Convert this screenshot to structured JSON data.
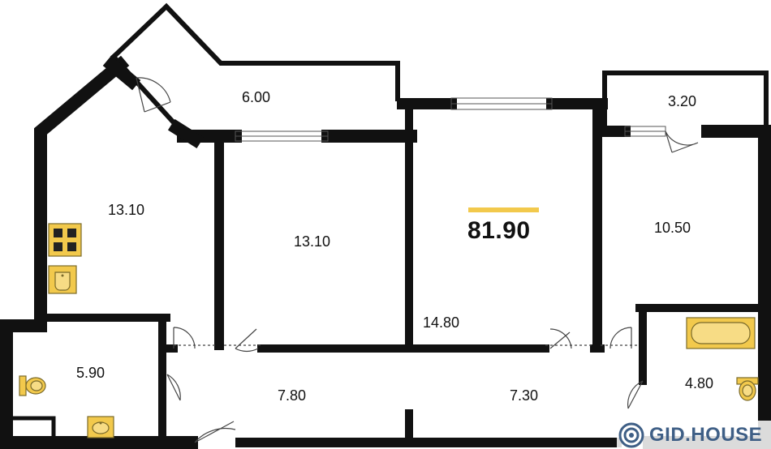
{
  "plan": {
    "total_area": "81.90",
    "rooms": [
      {
        "id": "balcony-left",
        "area": "6.00"
      },
      {
        "id": "balcony-right",
        "area": "3.20"
      },
      {
        "id": "kitchen",
        "area": "13.10"
      },
      {
        "id": "bedroom-middle",
        "area": "13.10"
      },
      {
        "id": "living-room",
        "area": "14.80"
      },
      {
        "id": "bedroom-right",
        "area": "10.50"
      },
      {
        "id": "toilet",
        "area": "5.90"
      },
      {
        "id": "hall-left",
        "area": "7.80"
      },
      {
        "id": "hall-right",
        "area": "7.30"
      },
      {
        "id": "bathroom",
        "area": "4.80"
      }
    ]
  },
  "brand": {
    "name": "GID.HOUSE"
  },
  "colors": {
    "wall": "#111111",
    "fixture": "#f2c94c",
    "accent": "#f2c94c",
    "brand": "#3f5f86"
  }
}
